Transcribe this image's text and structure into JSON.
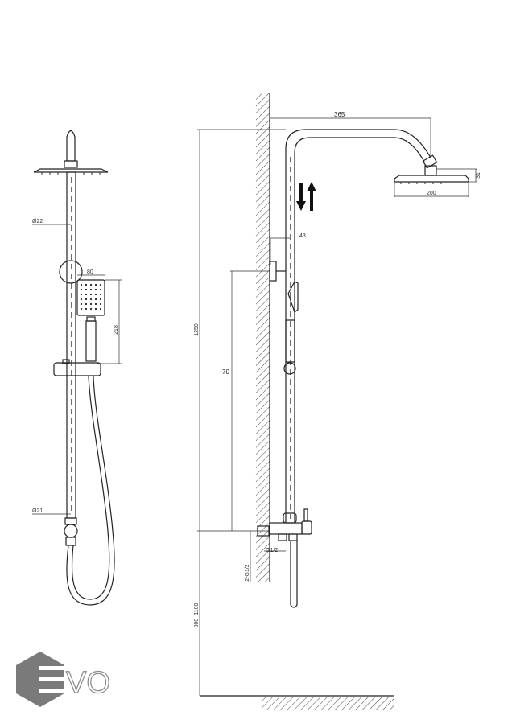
{
  "drawing": {
    "front_view": {
      "pipe_diameter_upper": "Ø22",
      "pipe_diameter_lower": "Ø21",
      "hand_shower_width": "80",
      "hand_shower_length": "218"
    },
    "side_view": {
      "arm_projection": "365",
      "head_height": "31",
      "head_diameter": "200",
      "wall_offset": "43",
      "total_height": "1250",
      "adjustment": "70",
      "outlet_thread": "G1/2",
      "inlet_thread": "2-G1/2",
      "mount_height": "800~1100"
    }
  },
  "logo": {
    "text": "EVO",
    "color": "#7a7a7a"
  }
}
